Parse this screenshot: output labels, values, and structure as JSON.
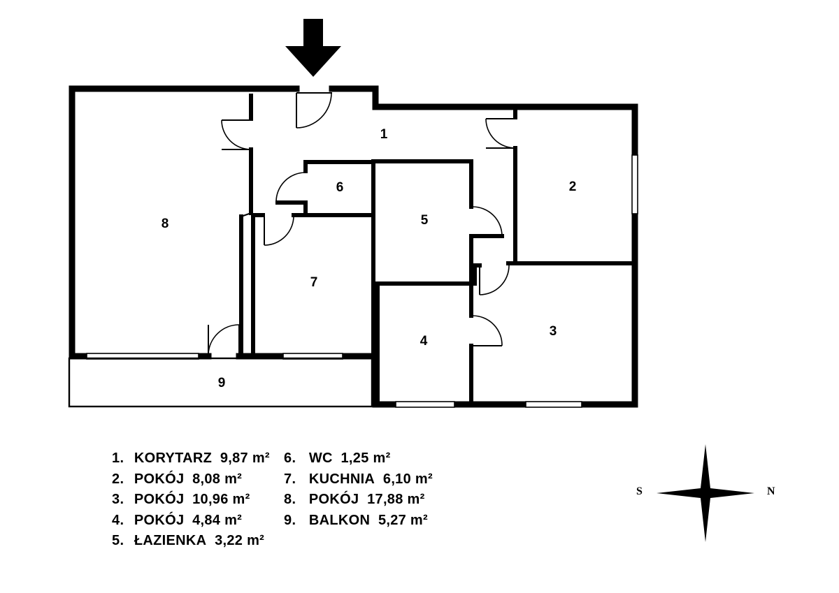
{
  "rooms": [
    {
      "num": "1",
      "name": "KORYTARZ",
      "area": "9,87 m²"
    },
    {
      "num": "2",
      "name": "POKÓJ",
      "area": "8,08 m²"
    },
    {
      "num": "3",
      "name": "POKÓJ",
      "area": "10,96 m²"
    },
    {
      "num": "4",
      "name": "POKÓJ",
      "area": "4,84 m²"
    },
    {
      "num": "5",
      "name": "ŁAZIENKA",
      "area": "3,22 m²"
    },
    {
      "num": "6",
      "name": "WC",
      "area": "1,25 m²"
    },
    {
      "num": "7",
      "name": "KUCHNIA",
      "area": "6,10 m²"
    },
    {
      "num": "8",
      "name": "POKÓJ",
      "area": "17,88 m²"
    },
    {
      "num": "9",
      "name": "BALKON",
      "area": "5,27 m²"
    }
  ],
  "compass": {
    "west_label": "S",
    "east_label": "N"
  },
  "icons": {
    "entrance": "down-arrow-icon",
    "compass": "compass-rose-icon"
  }
}
